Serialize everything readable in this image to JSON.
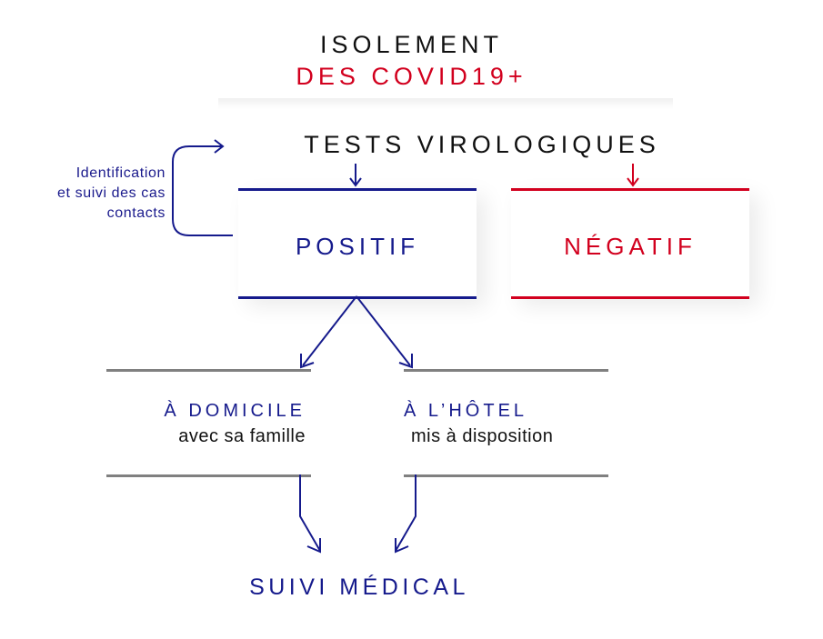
{
  "title": {
    "line1": "ISOLEMENT",
    "line2": "DES COVID19+"
  },
  "tests_label": "TESTS VIROLOGIQUES",
  "side_note": {
    "line1": "Identification",
    "line2": "et suivi des cas",
    "line3": "contacts"
  },
  "results": {
    "positive": "POSITIF",
    "negative": "NÉGATIF"
  },
  "destinations": {
    "home": {
      "label": "À DOMICILE",
      "sub": "avec sa famille"
    },
    "hotel": {
      "label": "À L’HÔTEL",
      "sub": "mis à disposition"
    }
  },
  "outcome": "SUIVI MÉDICAL",
  "colors": {
    "blue": "#151a8c",
    "red": "#d2001e",
    "grey": "#808080",
    "black": "#111111"
  }
}
